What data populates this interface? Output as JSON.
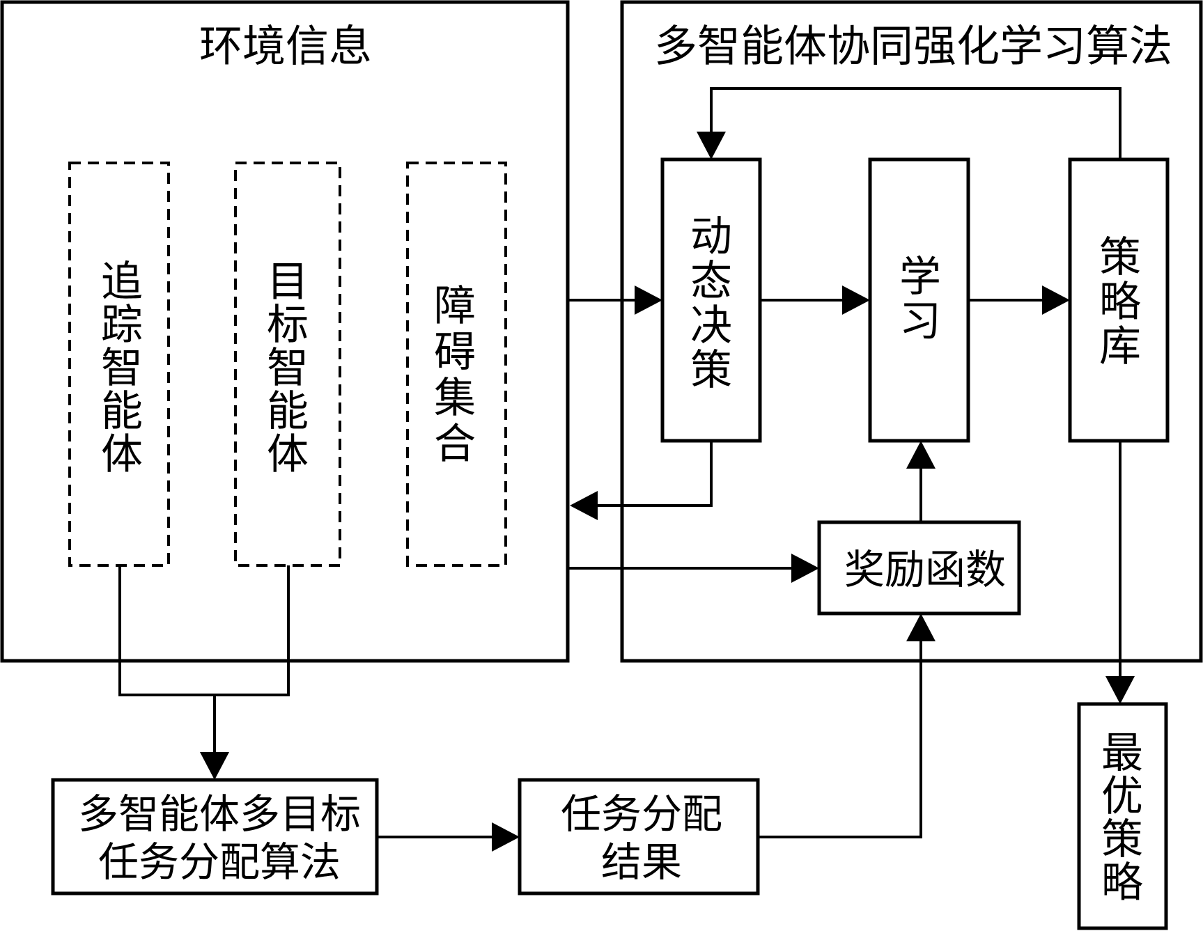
{
  "environment": {
    "title": "环境信息",
    "tracking_agent": "追踪智能体",
    "target_agent": "目标智能体",
    "obstacle_set": "障碍集合"
  },
  "marl": {
    "title": "多智能体协同强化学习算法",
    "dynamic_decision": "动态决策",
    "learning": "学习",
    "strategy_library": "策略库",
    "reward_function": "奖励函数"
  },
  "task_allocation": {
    "algorithm_line1": "多智能体多目标",
    "algorithm_line2": "任务分配算法",
    "result_line1": "任务分配",
    "result_line2": "结果"
  },
  "optimal_strategy": "最优策略"
}
